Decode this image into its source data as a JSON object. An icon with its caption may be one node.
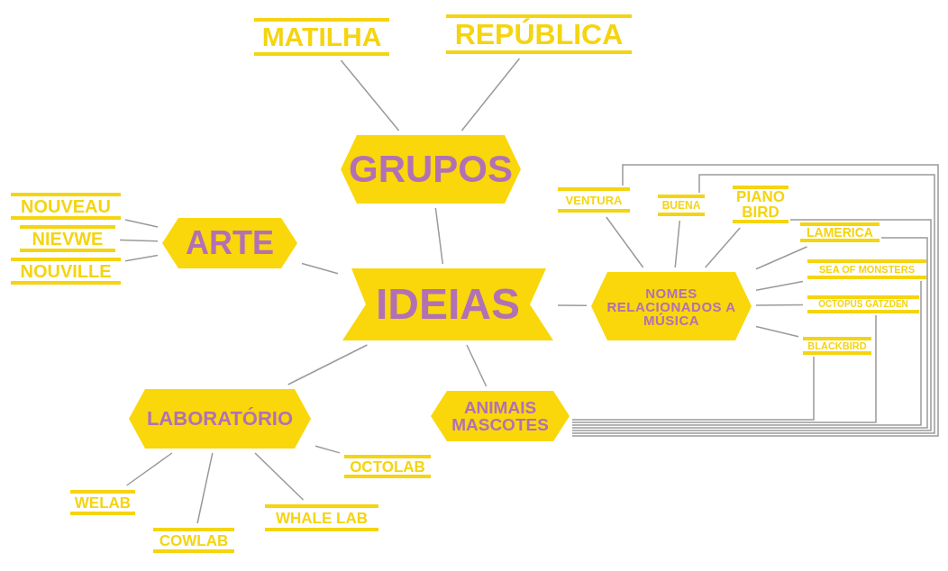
{
  "diagram": {
    "nodes": [
      {
        "text": [
          "MATILHA"
        ]
      },
      {
        "text": [
          "REPÚBLICA"
        ]
      },
      {
        "text": [
          "GRUPOS"
        ]
      },
      {
        "text": [
          "NOUVEAU"
        ]
      },
      {
        "text": [
          "NIEVWE"
        ]
      },
      {
        "text": [
          "NOUVILLE"
        ]
      },
      {
        "text": [
          "ARTE"
        ]
      },
      {
        "text": [
          "IDEIAS"
        ]
      },
      {
        "text": [
          "VENTURA"
        ]
      },
      {
        "text": [
          "BUENA"
        ]
      },
      {
        "text": [
          "PIANO BIRD"
        ]
      },
      {
        "text": [
          "LAMERICA"
        ]
      },
      {
        "text": [
          "NOMES RELACIONADOS A MÚSICA"
        ]
      },
      {
        "text": [
          "SEA OF MONSTERS"
        ]
      },
      {
        "text": [
          "OCTOPUS GATZDEN"
        ]
      },
      {
        "text": [
          "BLACKBIRD"
        ]
      },
      {
        "text": [
          "LABORATÓRIO"
        ]
      },
      {
        "text": [
          "ANIMAIS MASCOTES"
        ]
      },
      {
        "text": [
          "OCTOLAB"
        ]
      },
      {
        "text": [
          "WELAB"
        ]
      },
      {
        "text": [
          "COWLAB"
        ]
      },
      {
        "text": [
          "WHALE LAB"
        ]
      }
    ],
    "edges": [
      {
        "from": 2,
        "to": 0,
        "arrow": "none"
      },
      {
        "from": 2,
        "to": 1,
        "arrow": "none"
      },
      {
        "from": 7,
        "to": 2,
        "arrow": "none"
      },
      {
        "from": 6,
        "to": 3,
        "arrow": "none"
      },
      {
        "from": 6,
        "to": 4,
        "arrow": "none"
      },
      {
        "from": 6,
        "to": 5,
        "arrow": "none"
      },
      {
        "from": 7,
        "to": 6,
        "arrow": "none"
      },
      {
        "from": 7,
        "to": 12,
        "arrow": "none"
      },
      {
        "from": 12,
        "to": 8,
        "arrow": "none"
      },
      {
        "from": 12,
        "to": 9,
        "arrow": "none"
      },
      {
        "from": 12,
        "to": 10,
        "arrow": "none"
      },
      {
        "from": 12,
        "to": 11,
        "arrow": "none"
      },
      {
        "from": 12,
        "to": 13,
        "arrow": "none"
      },
      {
        "from": 12,
        "to": 14,
        "arrow": "none"
      },
      {
        "from": 12,
        "to": 15,
        "arrow": "none"
      },
      {
        "from": 7,
        "to": 16,
        "arrow": "none"
      },
      {
        "from": 7,
        "to": 17,
        "arrow": "none"
      },
      {
        "from": 16,
        "to": 18,
        "arrow": "none"
      },
      {
        "from": 16,
        "to": 19,
        "arrow": "none"
      },
      {
        "from": 16,
        "to": 20,
        "arrow": "none"
      },
      {
        "from": 16,
        "to": 21,
        "arrow": "none"
      },
      {
        "from": 8,
        "to": 17,
        "arrow": "none"
      },
      {
        "from": 9,
        "to": 17,
        "arrow": "none"
      },
      {
        "from": 10,
        "to": 17,
        "arrow": "none"
      },
      {
        "from": 11,
        "to": 17,
        "arrow": "none"
      },
      {
        "from": 13,
        "to": 17,
        "arrow": "none"
      },
      {
        "from": 14,
        "to": 17,
        "arrow": "none"
      },
      {
        "from": 15,
        "to": 17,
        "arrow": "none"
      }
    ]
  }
}
